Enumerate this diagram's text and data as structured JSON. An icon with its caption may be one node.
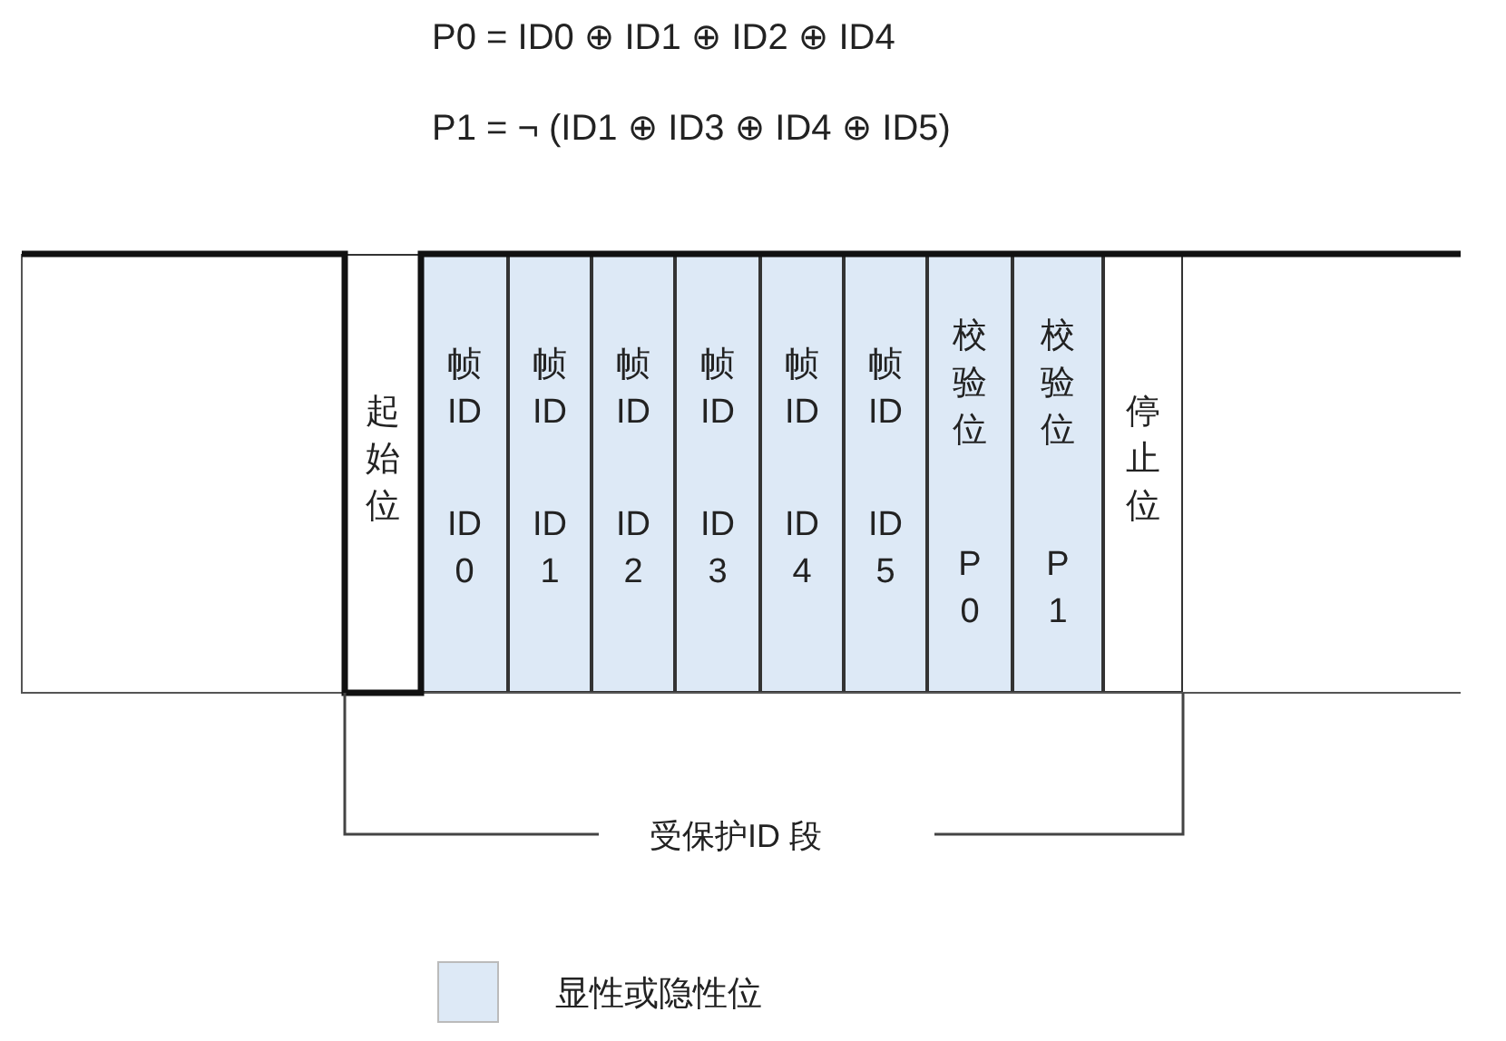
{
  "diagram": {
    "nodes": [
      {
        "text": [
          "起始位"
        ]
      },
      {
        "text": [
          "帧ID",
          "ID 0"
        ]
      },
      {
        "text": [
          "帧ID",
          "ID 1"
        ]
      },
      {
        "text": [
          "帧ID",
          "ID 2"
        ]
      },
      {
        "text": [
          "帧ID",
          "ID 3"
        ]
      },
      {
        "text": [
          "帧ID",
          "ID 4"
        ]
      },
      {
        "text": [
          "帧ID",
          "ID 5"
        ]
      },
      {
        "text": [
          "校验位",
          "P 0"
        ]
      },
      {
        "text": [
          "校验位",
          "P 1"
        ]
      },
      {
        "text": [
          "停止位"
        ]
      }
    ],
    "edges": [],
    "labels": [
      "P0 = ID0 ⊕ ID1 ⊕ ID2 ⊕ ID4",
      "P1 = ¬ (ID1 ⊕ ID3 ⊕ ID4 ⊕ ID5)",
      "受保护ID 段"
    ],
    "legend": [
      {
        "text": "显性或隐性位",
        "color": "#dde9f6"
      }
    ]
  }
}
